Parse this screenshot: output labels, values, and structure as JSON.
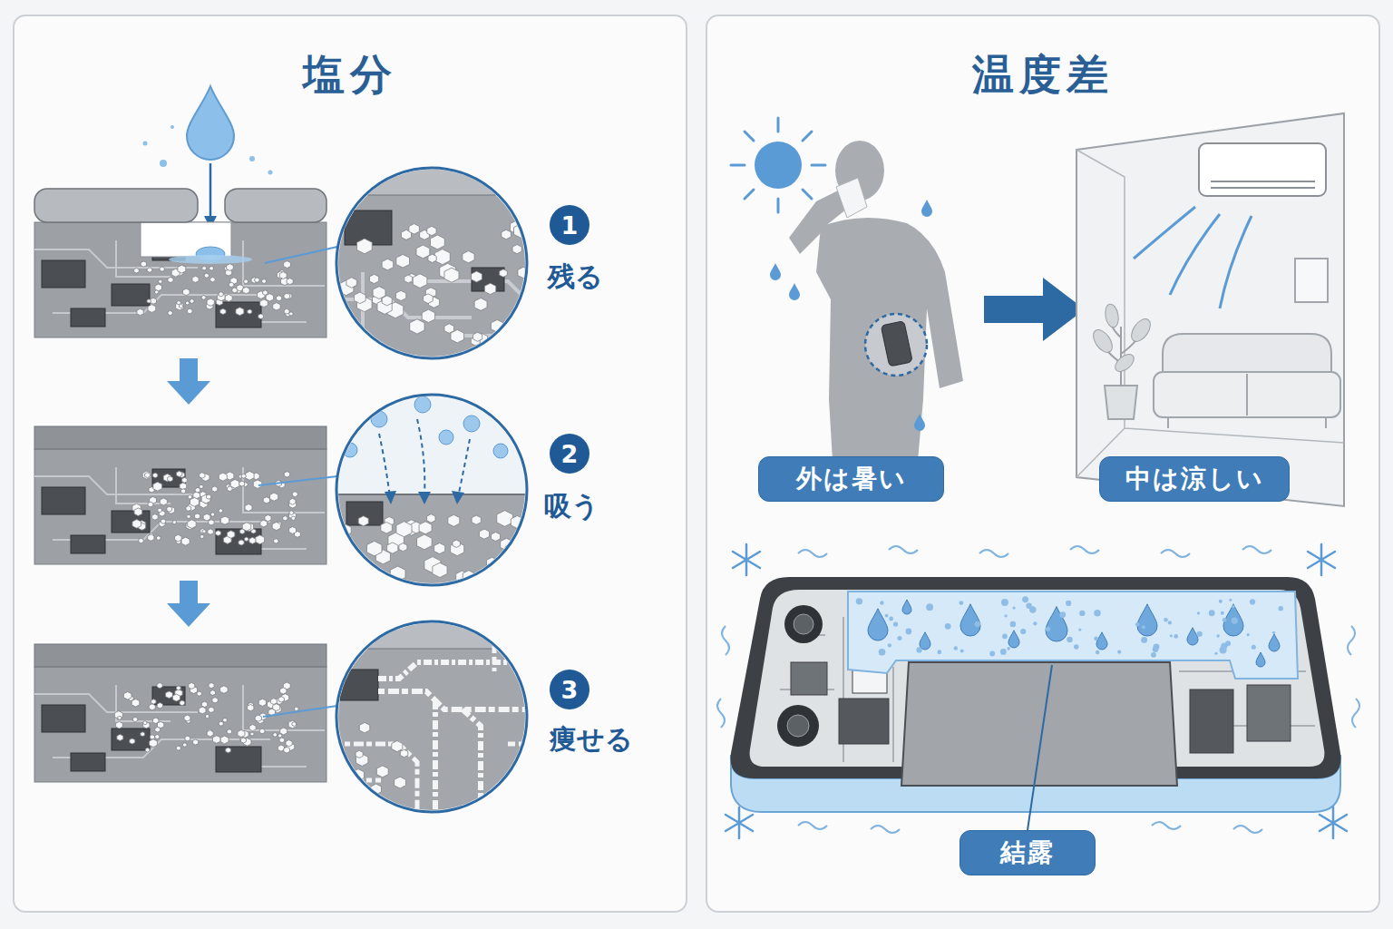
{
  "diagram": {
    "nodes": [
      {
        "text": [
          "塩分"
        ]
      },
      {
        "text": [
          "1"
        ],
        "in": 0
      },
      {
        "text": [
          "2"
        ],
        "in": 0
      },
      {
        "text": [
          "3"
        ],
        "in": 0
      },
      {
        "text": [
          "温度差"
        ]
      },
      {
        "text": [
          "外は暑い"
        ],
        "in": 4
      },
      {
        "text": [
          "中は涼しい"
        ],
        "in": 4
      },
      {
        "text": [
          "結露"
        ],
        "in": 4
      }
    ],
    "labels": [
      "残る",
      "吸う",
      "痩せる"
    ]
  }
}
